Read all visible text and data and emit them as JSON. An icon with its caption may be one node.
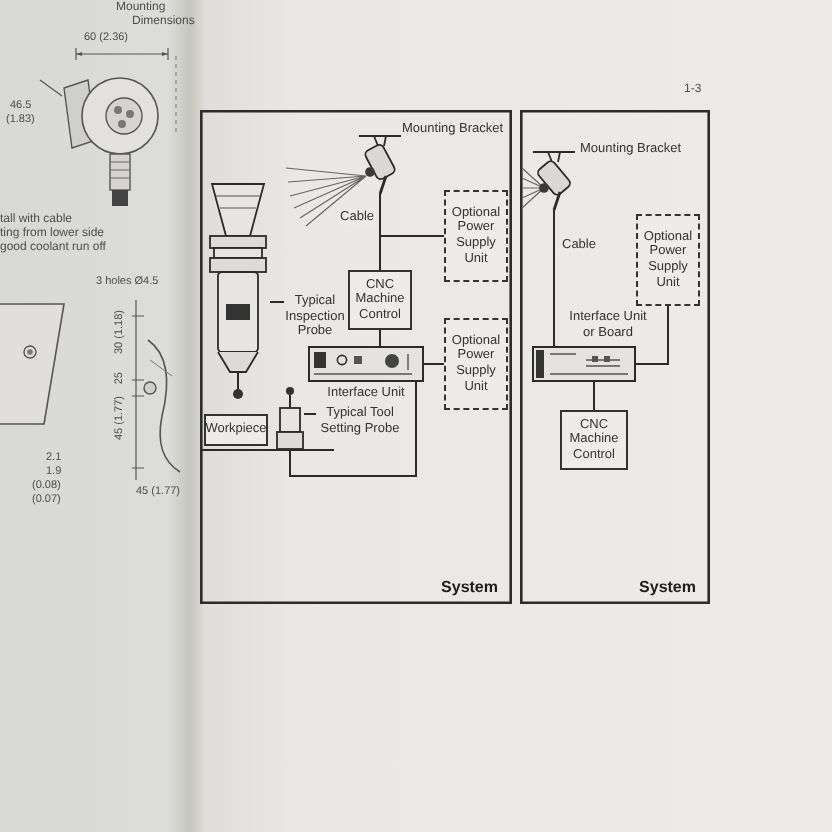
{
  "diagram": {
    "nodes": [
      {
        "text": [
          "System"
        ]
      },
      {
        "text": [],
        "shape": "picture",
        "in": 0,
        "beside": [
          "Mounting Bracket"
        ]
      },
      {
        "text": [
          "Optional Power Supply Unit"
        ],
        "in": 0
      },
      {
        "text": [
          "CNC Machine Control"
        ],
        "in": 0
      },
      {
        "text": [],
        "shape": "picture",
        "in": 0,
        "beside": [
          "Interface Unit"
        ]
      },
      {
        "text": [
          "Optional Power Supply Unit"
        ],
        "in": 0
      },
      {
        "text": [],
        "shape": "picture",
        "in": 0
      },
      {
        "text": [
          "Typical Inspection Probe"
        ],
        "in": 0
      },
      {
        "text": [],
        "shape": "picture",
        "in": 0
      },
      {
        "text": [
          "Typical Tool Setting Probe"
        ],
        "in": 0
      },
      {
        "text": [
          "Workpiece"
        ],
        "in": 0
      },
      {
        "text": [
          "System"
        ]
      },
      {
        "text": [],
        "shape": "picture",
        "in": 11,
        "beside": [
          "Mounting Bracket"
        ]
      },
      {
        "text": [
          "Optional Power Supply Unit"
        ],
        "in": 11
      },
      {
        "text": [],
        "shape": "picture",
        "in": 11,
        "beside": [
          "Interface Unit or Board"
        ]
      },
      {
        "text": [
          "CNC Machine Control"
        ],
        "in": 11
      }
    ],
    "edges": [
      {
        "from": 1,
        "to": 3,
        "arrow": "none",
        "label": "Cable"
      },
      {
        "from": 1,
        "to": 2,
        "arrow": "none"
      },
      {
        "from": 3,
        "to": 4,
        "arrow": "none"
      },
      {
        "from": 4,
        "to": 5,
        "arrow": "none"
      },
      {
        "from": 4,
        "to": 8,
        "arrow": "none"
      },
      {
        "from": 7,
        "to": 6,
        "arrow": "none"
      },
      {
        "from": 9,
        "to": 8,
        "arrow": "none"
      },
      {
        "from": 12,
        "to": 14,
        "arrow": "none",
        "label": "Cable"
      },
      {
        "from": 13,
        "to": 14,
        "arrow": "none"
      },
      {
        "from": 14,
        "to": 15,
        "arrow": "none"
      }
    ],
    "labels": [
      "Mounting",
      "Dimensions",
      "60 (2.36)",
      "46.5",
      "(1.83)",
      "tall with cable",
      "ting from lower side",
      "good coolant run off",
      "3 holes Ø4.5",
      "30 (1.18)",
      "25",
      "45 (1.77)",
      "2.1",
      "1.9",
      "(0.08)",
      "(0.07)",
      "45 (1.77)",
      "1-3"
    ]
  }
}
